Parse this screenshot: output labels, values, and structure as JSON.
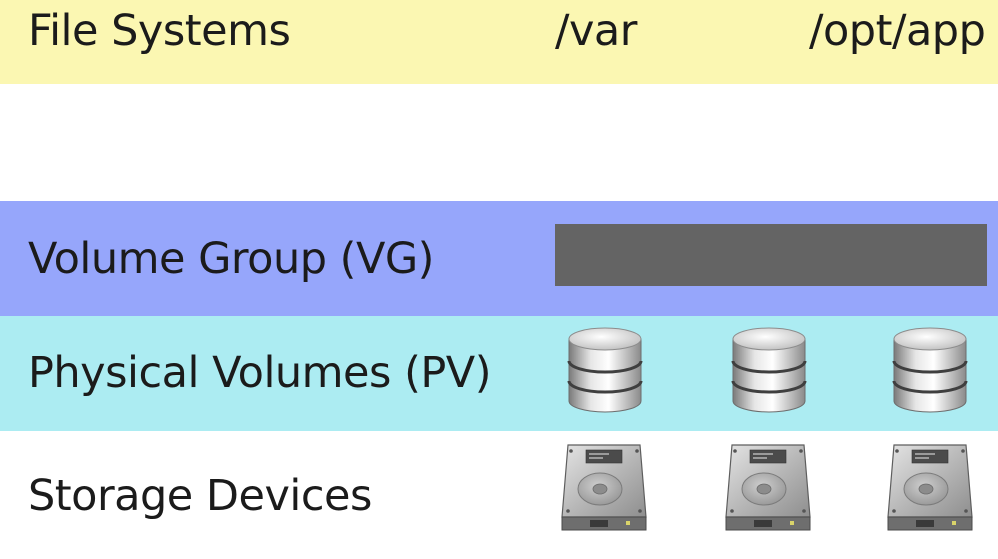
{
  "layers": {
    "file_systems": {
      "label": "File Systems",
      "mounts": [
        "/var",
        "/opt/app"
      ],
      "color": "#fbf7b2"
    },
    "volume_group": {
      "label": "Volume Group (VG)",
      "color": "#96a6fb",
      "bar_color": "#646464"
    },
    "physical_volumes": {
      "label": "Physical Volumes (PV)",
      "color": "#acecf2",
      "icons": [
        "database-icon",
        "database-icon",
        "database-icon"
      ]
    },
    "storage_devices": {
      "label": "Storage Devices",
      "icons": [
        "hard-drive-icon",
        "hard-drive-icon",
        "hard-drive-icon"
      ]
    }
  }
}
